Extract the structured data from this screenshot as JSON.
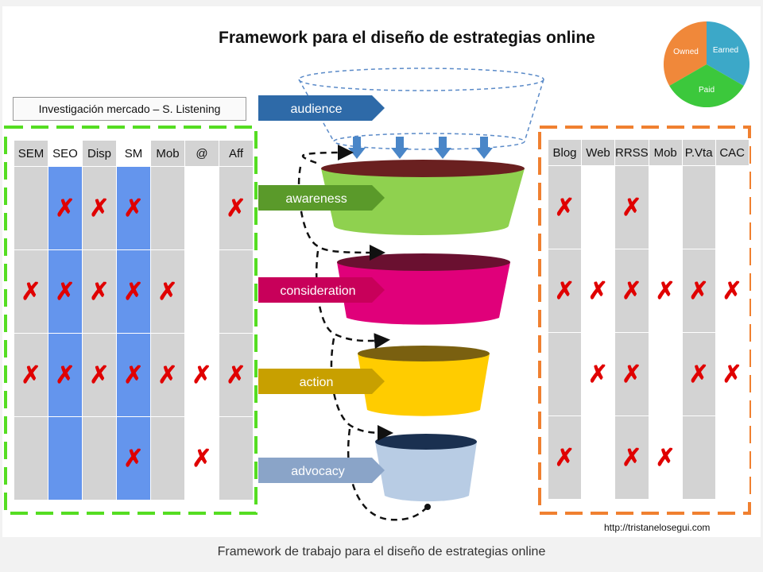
{
  "title": "Framework para el diseño de estrategias online",
  "caption": "Framework de trabajo para el diseño de estrategias online",
  "url": "http://tristanelosegui.com",
  "research_label": "Investigación mercado – S. Listening",
  "pie": {
    "slices": [
      {
        "label": "Owned",
        "color": "#f0883a"
      },
      {
        "label": "Earned",
        "color": "#3ca8c8"
      },
      {
        "label": "Paid",
        "color": "#3cc83c"
      }
    ]
  },
  "stages": [
    {
      "label": "audience",
      "arrow_color": "#2e6aa8",
      "funnel_color": null
    },
    {
      "label": "awareness",
      "arrow_color": "#5a9a2a",
      "funnel_color": "#8fd14f"
    },
    {
      "label": "consideration",
      "arrow_color": "#c8005a",
      "funnel_color": "#e0007a"
    },
    {
      "label": "action",
      "arrow_color": "#c8a000",
      "funnel_color": "#ffcc00"
    },
    {
      "label": "advocacy",
      "arrow_color": "#8aa4c8",
      "funnel_color": "#b8cce4"
    }
  ],
  "mark": "✗",
  "left_matrix": {
    "headers": [
      "SEM",
      "SEO",
      "Disp",
      "SM",
      "Mob",
      "@",
      "Aff"
    ],
    "highlight_columns": [
      1,
      3
    ],
    "rows": [
      [
        false,
        true,
        true,
        true,
        false,
        false,
        true
      ],
      [
        true,
        true,
        true,
        true,
        true,
        false,
        false
      ],
      [
        true,
        true,
        true,
        true,
        true,
        true,
        true
      ],
      [
        false,
        false,
        false,
        true,
        false,
        true,
        false
      ]
    ]
  },
  "right_matrix": {
    "headers": [
      "Blog",
      "Web",
      "RRSS",
      "Mob",
      "P.Vta",
      "CAC"
    ],
    "rows": [
      [
        true,
        false,
        true,
        false,
        false,
        false
      ],
      [
        true,
        true,
        true,
        true,
        true,
        true
      ],
      [
        false,
        true,
        true,
        false,
        true,
        true
      ],
      [
        true,
        false,
        true,
        true,
        false,
        false
      ]
    ]
  }
}
